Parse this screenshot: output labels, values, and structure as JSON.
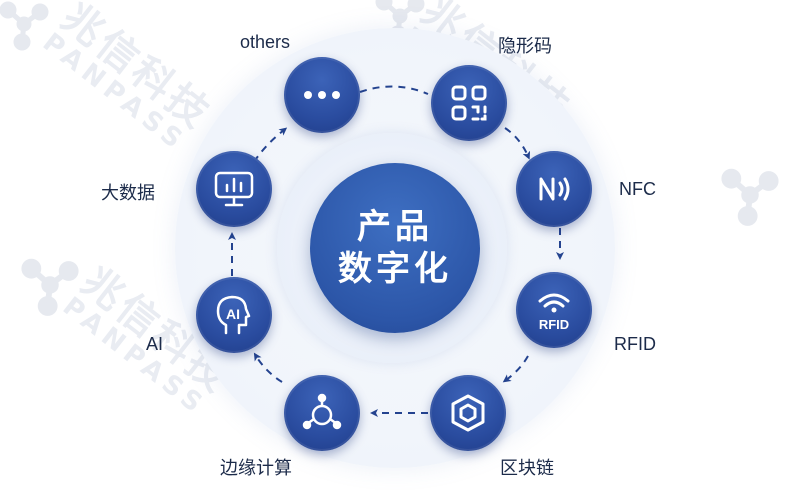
{
  "watermark": {
    "brand_cn": "兆信科技",
    "brand_en": "PANPASS"
  },
  "center": {
    "line1": "产品",
    "line2": "数字化"
  },
  "nodes": [
    {
      "id": "others",
      "label": "others",
      "icon": "ellipsis-icon"
    },
    {
      "id": "hidden-code",
      "label": "隐形码",
      "icon": "qr-code-icon"
    },
    {
      "id": "nfc",
      "label": "NFC",
      "icon": "nfc-icon"
    },
    {
      "id": "rfid",
      "label": "RFID",
      "icon": "rfid-icon",
      "icon_text": "RFID"
    },
    {
      "id": "blockchain",
      "label": "区块链",
      "icon": "cube-icon"
    },
    {
      "id": "edge-computing",
      "label": "边缘计算",
      "icon": "network-triangle-icon"
    },
    {
      "id": "ai",
      "label": "AI",
      "icon": "ai-head-icon",
      "icon_text": "AI"
    },
    {
      "id": "big-data",
      "label": "大数据",
      "icon": "monitor-chart-icon"
    }
  ],
  "colors": {
    "node": "#2a4c9f",
    "center": "#2c56a8",
    "connector": "#24438f",
    "label": "#1c2b4a",
    "watermark": "#e9ecf2"
  }
}
